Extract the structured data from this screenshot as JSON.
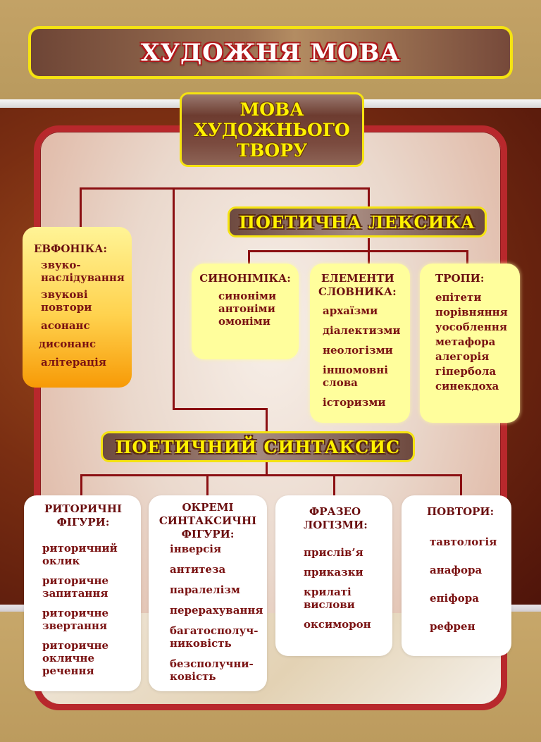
{
  "title": "ХУДОЖНЯ МОВА",
  "root": {
    "lines": [
      "МОВА",
      "ХУДОЖНЬОГО",
      "ТВОРУ"
    ]
  },
  "colors": {
    "frame_red": "#b8282c",
    "connector": "#8b0f12",
    "heading_yellow": "#fff200",
    "text_maroon": "#7a1212",
    "card_yellow": "#fffe9c",
    "card_white": "#ffffff"
  },
  "euphony": {
    "title": "ЕВФОНІКА:",
    "items": [
      "звуко-",
      "наслідування",
      "звукові",
      "повтори",
      "асонанс",
      "дисонанс",
      "алітерація"
    ]
  },
  "poetic_lexicon": {
    "title": "ПОЕТИЧНА ЛЕКСИКА",
    "synonymics": {
      "title": "СИНОНІМІКА:",
      "items": [
        "синоніми",
        "антоніми",
        "омоніми"
      ]
    },
    "vocabulary": {
      "title_lines": [
        "ЕЛЕМЕНТИ",
        "СЛОВНИКА:"
      ],
      "items": [
        "архаїзми",
        "діалектизми",
        "неологізми",
        "іншомовні",
        "слова",
        "історизми"
      ]
    },
    "tropes": {
      "title": "ТРОПИ:",
      "items": [
        "епітети",
        "порівняння",
        "уособлення",
        "метафора",
        "алегорія",
        "гіпербола",
        "синекдоха"
      ]
    }
  },
  "poetic_syntax": {
    "title": "ПОЕТИЧНИЙ СИНТАКСИС",
    "rhetorical": {
      "title_lines": [
        "РИТОРИЧНІ",
        "ФІГУРИ:"
      ],
      "items": [
        "риторичний",
        "оклик",
        "риторичне",
        "запитання",
        "риторичне",
        "звертання",
        "риторичне",
        "окличне",
        "речення"
      ]
    },
    "syntactic": {
      "title_lines": [
        "ОКРЕМІ",
        "СИНТАКСИЧНІ",
        "ФІГУРИ:"
      ],
      "items": [
        "інверсія",
        "антитеза",
        "паралелізм",
        "перерахування",
        "багатосполуч-",
        "никовість",
        "безсполучни-",
        "ковість"
      ]
    },
    "phraseology": {
      "title_lines": [
        "ФРАЗЕО",
        "ЛОГІЗМИ:"
      ],
      "items": [
        "прислів’я",
        "приказки",
        "крилаті",
        "вислови",
        "оксиморон"
      ]
    },
    "repetitions": {
      "title": "ПОВТОРИ:",
      "items": [
        "тавтологія",
        "анафора",
        "епіфора",
        "рефрен"
      ]
    }
  }
}
